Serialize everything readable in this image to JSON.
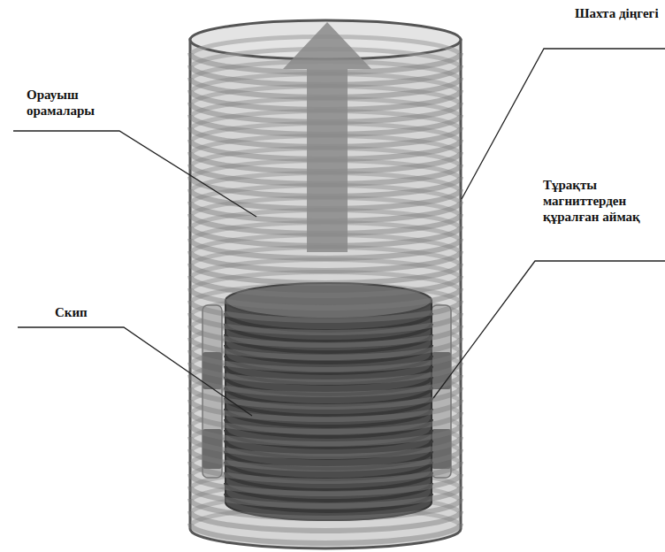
{
  "diagram": {
    "labels": [
      "Шахта діңгегі",
      "Орауыш орамалары",
      "Тұрақты магниттерден құралған аймақ",
      "Скип"
    ]
  }
}
